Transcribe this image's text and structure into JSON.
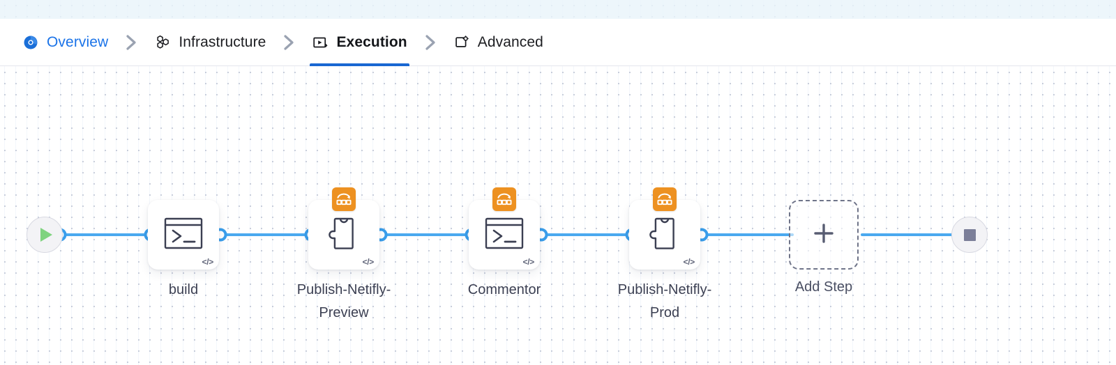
{
  "tabs": [
    {
      "label": "Overview",
      "icon": "overview-gauge-icon",
      "state": "link"
    },
    {
      "label": "Infrastructure",
      "icon": "hexagon-cluster-icon",
      "state": "inactive"
    },
    {
      "label": "Execution",
      "icon": "play-box-icon",
      "state": "active"
    },
    {
      "label": "Advanced",
      "icon": "window-gear-icon",
      "state": "inactive"
    }
  ],
  "separator_icon": "chevron-right-icon",
  "pipeline": {
    "start_node": {
      "name": "start-node",
      "icon": "play-icon"
    },
    "end_node": {
      "name": "end-node",
      "icon": "stop-icon"
    },
    "steps": [
      {
        "label": "build",
        "icon": "terminal-icon",
        "code_badge": "</>",
        "plugin_badge": false,
        "badge_icon": ""
      },
      {
        "label": "Publish-Netifly-\nPreview",
        "icon": "puzzle-icon",
        "code_badge": "</>",
        "plugin_badge": true,
        "badge_icon": "plugin-retry-icon"
      },
      {
        "label": "Commentor",
        "icon": "terminal-icon",
        "code_badge": "</>",
        "plugin_badge": true,
        "badge_icon": "plugin-retry-icon"
      },
      {
        "label": "Publish-Netifly-\nProd",
        "icon": "puzzle-icon",
        "code_badge": "</>",
        "plugin_badge": true,
        "badge_icon": "plugin-retry-icon"
      }
    ],
    "add_step": {
      "label": "Add Step",
      "icon": "plus-icon"
    }
  },
  "colors": {
    "accent_blue": "#1967d2",
    "link_blue": "#1a73e8",
    "edge_blue": "#4aa9ef",
    "plugin_orange": "#ed9121",
    "start_green": "#7fd37f",
    "end_gray": "#7c7f99",
    "label_slate": "#3b3f52"
  }
}
